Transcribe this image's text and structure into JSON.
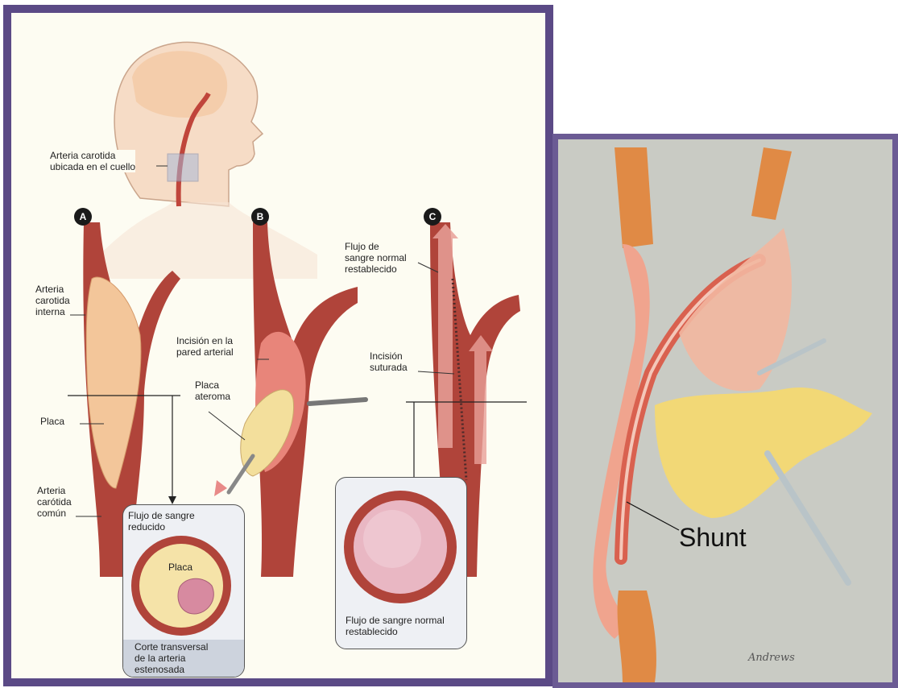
{
  "left_panel": {
    "badges": {
      "a": "A",
      "b": "B",
      "c": "C"
    },
    "labels": {
      "carotid_location": "Arteria carotida\nubicada en el cuello",
      "internal_carotid": "Arteria\ncarotida\ninterna",
      "plaque_a": "Placa",
      "common_carotid": "Arteria\ncarótida\ncomún",
      "incision": "Incisión en la\npared arterial",
      "atheroma": "Placa\nateroma",
      "normal_flow_c": "Flujo de\nsangre normal\nrestablecido",
      "sutured_incision": "Incisión\nsuturada"
    },
    "inset_a": {
      "title": "Flujo de sangre\nreducido",
      "plaque": "Placa",
      "footer": "Corte transversal\nde la arteria\nestenosada"
    },
    "inset_c": {
      "caption": "Flujo de sangre normal\nrestablecido"
    }
  },
  "right_panel": {
    "label": "Shunt",
    "signature": "Andrews"
  },
  "colors": {
    "frame_left": "#5b4a86",
    "frame_right": "#6b5b94",
    "artery": "#b0443a",
    "plaque": "#f3d9a6",
    "inset_bg": "#eef0f4"
  }
}
